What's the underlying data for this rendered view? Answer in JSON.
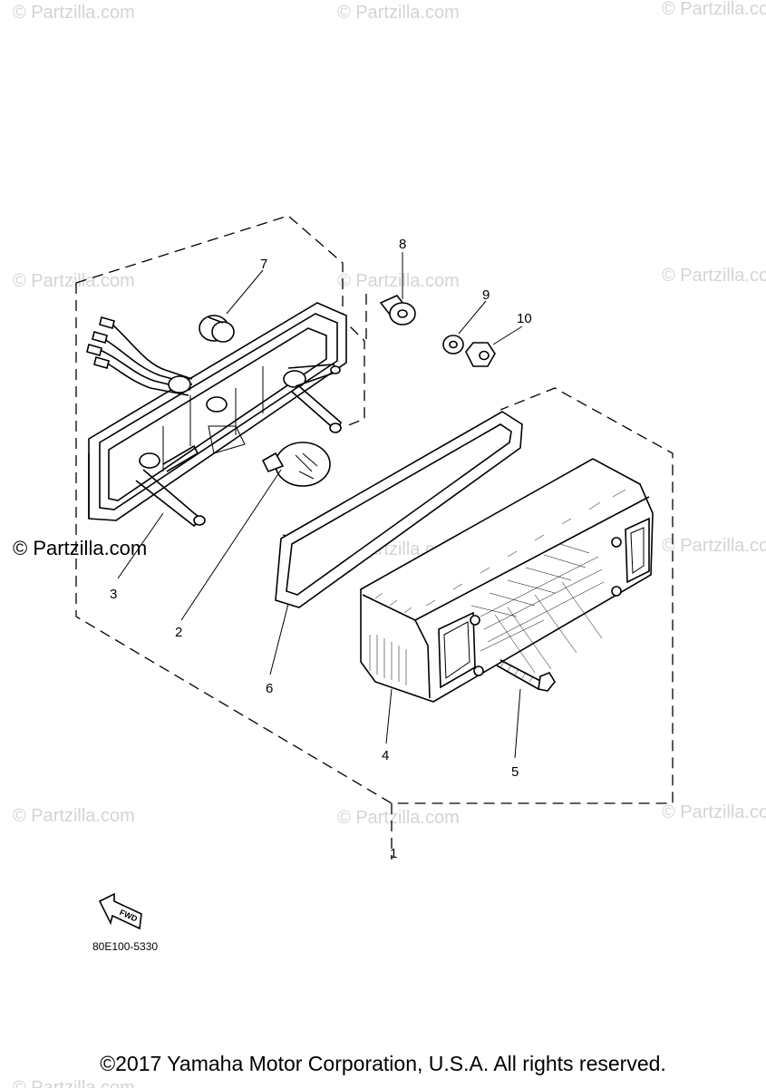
{
  "watermarks": [
    "© Partzilla.com",
    "© Partzilla.com",
    "© Partzilla.com",
    "© Partzilla.com",
    "© Partzilla.com",
    "© Partzilla.com",
    "© Partzilla.com",
    "© Partzilla.com",
    "© Partzilla.com",
    "© Partzilla.com",
    "© Partzilla.com",
    "© Partzilla.com"
  ],
  "watermark_dark": "© Partzilla.com",
  "callouts": [
    "1",
    "2",
    "3",
    "4",
    "5",
    "6",
    "7",
    "8",
    "9",
    "10"
  ],
  "fwd_label": "FWD",
  "diagram_code": "80E100-5330",
  "copyright": "©2017 Yamaha Motor Corporation, U.S.A. All rights reserved."
}
